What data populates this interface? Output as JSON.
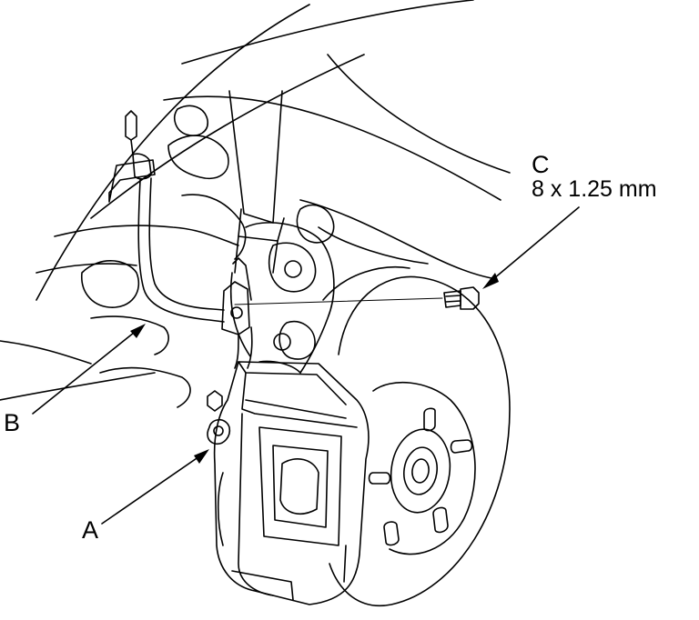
{
  "callouts": {
    "a": {
      "letter": "A"
    },
    "b": {
      "letter": "B"
    },
    "c": {
      "letter": "C",
      "spec": "8 x 1.25 mm"
    }
  },
  "colors": {
    "ink": "#000000",
    "paper": "#ffffff"
  }
}
